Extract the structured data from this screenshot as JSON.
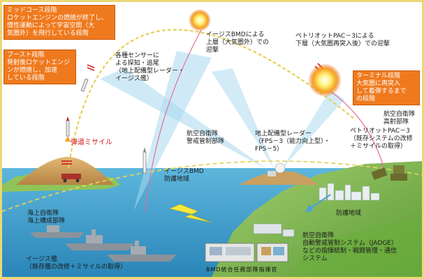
{
  "colors": {
    "frame": "#e9d875",
    "sky": "#ffffff",
    "sea": "#3a9cc8",
    "land": "#7cb84a",
    "beam": "#a7d8ef",
    "trajectory": "#e6d15a",
    "callout": "#ef7a1e",
    "missile_label": "#d01818"
  },
  "callouts": {
    "midcourse": [
      "ミッドコース段階",
      "ロケットエンジンの燃焼が終了し、",
      "慣性運動によって宇宙空間（大",
      "気圏外）を飛行している段階"
    ],
    "boost": [
      "ブースト段階",
      "発射後ロケットエンジ",
      "ンが燃焼し、加速",
      "している段階"
    ],
    "terminal": [
      "ターミナル段階",
      "大気圏に再突入",
      "して着弾するまで",
      "の段階"
    ]
  },
  "labels": {
    "sensors": [
      "各種センサーに",
      "よる探知・追尾",
      "（地上配備型レーダー・",
      "イージス艦）"
    ],
    "aegis_intercept": [
      "イージスBMDによる",
      "上層（大気圏外）での",
      "迎撃"
    ],
    "pac3_intercept": [
      "ペトリオットPAC－3による",
      "下層（大気圏再突入後）での迎撃"
    ],
    "air_wing": [
      "航空自衛隊",
      "警戒管制部隊"
    ],
    "radar": [
      "地上配備型レーダー",
      "（FPS－3（能力向上型）・",
      "FPS－5）"
    ],
    "ballistic_missile": "弾道ミサイル",
    "aegis_area": [
      "イージスBMD",
      "防護地域"
    ],
    "asdf_hq": [
      "航空自衛隊",
      "高射部隊"
    ],
    "pac3_unit": [
      "ペトリオットPAC－3",
      "（既存システムの改修",
      "＋ミサイルの取得）"
    ],
    "protected_area": "防護地域",
    "msdf": [
      "海上自衛隊",
      "海上構成部隊"
    ],
    "aegis_ship": [
      "イージス艦",
      "（既存艦の改修＋ミサイルの取得）"
    ],
    "jadge": [
      "航空自衛隊",
      "自動警戒管制システム（JADGE）",
      "などの指揮統制・戦闘管理・通信",
      "システム"
    ],
    "bmd_hq": "BMD統合任務部隊指揮官"
  },
  "icons": [
    "missile-icon",
    "explosion-icon",
    "radar-dome-icon",
    "ship-icon",
    "satellite-dish-icon",
    "launcher-icon",
    "building-icon",
    "lightning-icon"
  ]
}
